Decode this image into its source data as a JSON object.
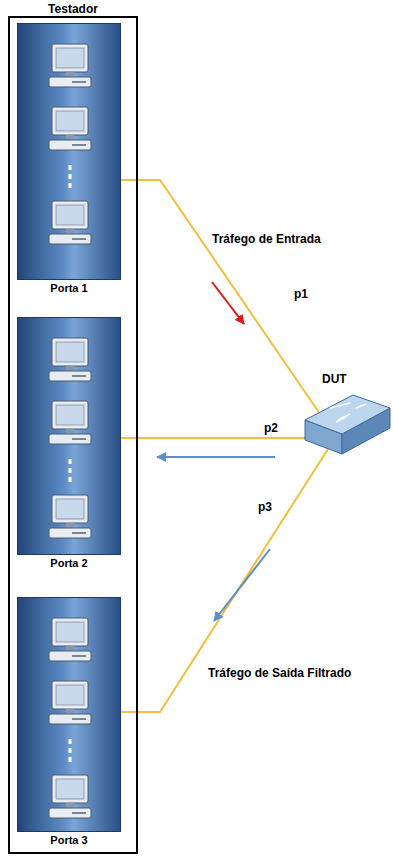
{
  "diagram": {
    "nodes": [
      {
        "text": [
          "Testador"
        ]
      },
      {
        "text": [
          "Porta 1"
        ],
        "in": 0
      },
      {
        "text": [
          "Porta 2"
        ],
        "in": 0
      },
      {
        "text": [
          "Porta 3"
        ],
        "in": 0
      },
      {
        "text": [
          "DUT"
        ]
      }
    ],
    "edges": [
      {
        "from": 1,
        "to": 4,
        "arrow": "none",
        "label": "p1"
      },
      {
        "from": 2,
        "to": 4,
        "arrow": "none",
        "label": "p2"
      },
      {
        "from": 3,
        "to": 4,
        "arrow": "none",
        "label": "p3"
      }
    ],
    "labels": [
      "Tráfego de Entrada",
      "Tráfego de Saída Filtrado"
    ]
  }
}
